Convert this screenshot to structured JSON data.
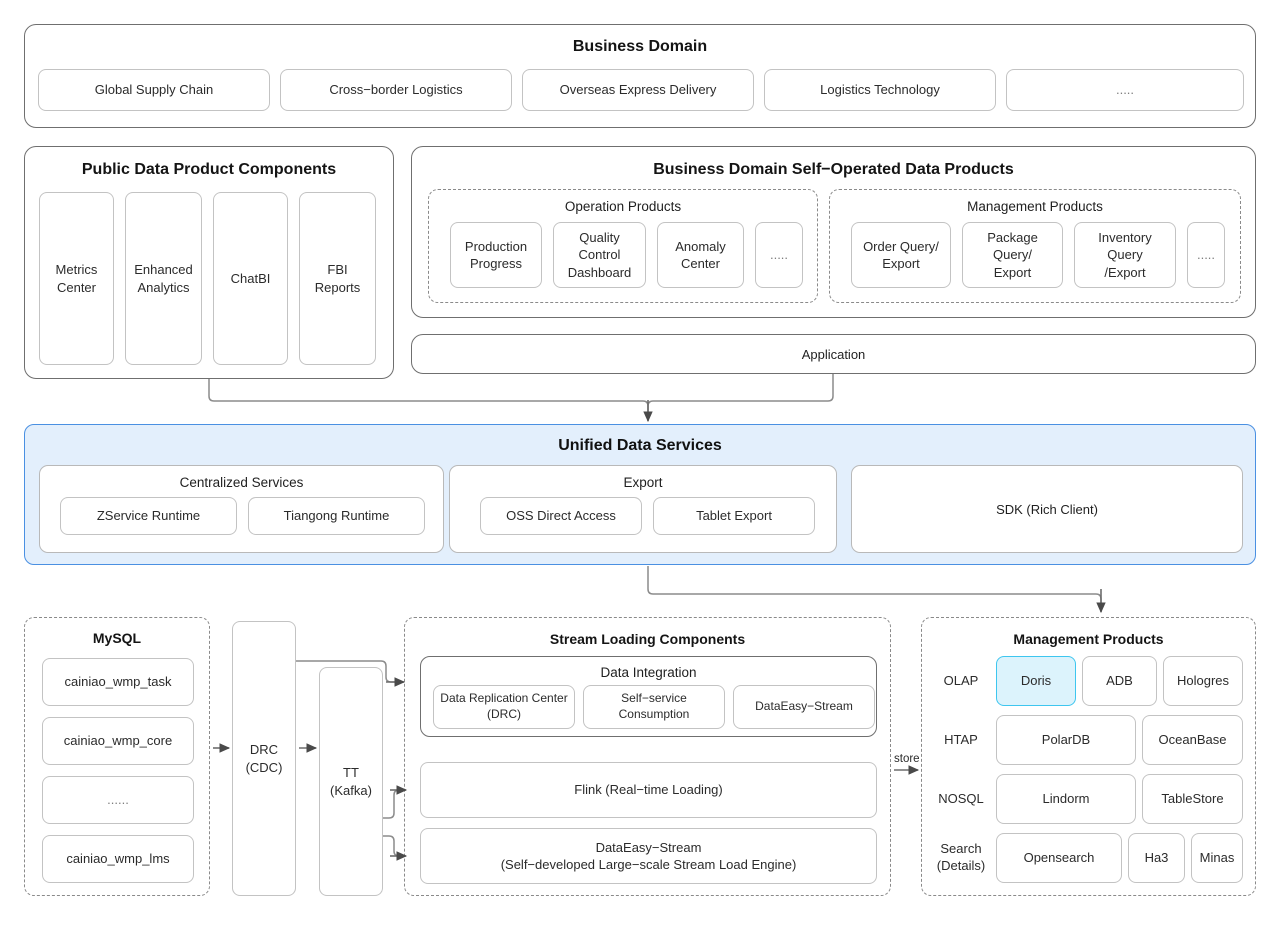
{
  "business_domain": {
    "title": "Business Domain",
    "items": [
      "Global Supply Chain",
      "Cross−border Logistics",
      "Overseas Express Delivery",
      "Logistics Technology",
      "....."
    ]
  },
  "public_components": {
    "title": "Public Data Product Components",
    "items": [
      "Metrics\nCenter",
      "Enhanced\nAnalytics",
      "ChatBI",
      "FBI\nReports"
    ]
  },
  "self_operated": {
    "title": "Business Domain Self−Operated Data Products",
    "groups": [
      {
        "title": "Operation Products",
        "items": [
          "Production\nProgress",
          "Quality Control\nDashboard",
          "Anomaly\nCenter",
          "....."
        ]
      },
      {
        "title": "Management Products",
        "items": [
          "Order Query/\nExport",
          "Package Query/\nExport",
          "Inventory Query\n/Export",
          "....."
        ]
      }
    ]
  },
  "application": {
    "label": "Application"
  },
  "unified_data_services": {
    "title": "Unified Data Services",
    "groups": [
      {
        "title": "Centralized Services",
        "items": [
          "ZService Runtime",
          "Tiangong Runtime"
        ]
      },
      {
        "title": "Export",
        "items": [
          "OSS Direct Access",
          "Tablet Export"
        ]
      }
    ],
    "sdk": "SDK (Rich Client)"
  },
  "sources": {
    "mysql": {
      "title": "MySQL",
      "tables": [
        "cainiao_wmp_task",
        "cainiao_wmp_core",
        "......",
        "cainiao_wmp_lms"
      ]
    },
    "drc": "DRC\n(CDC)",
    "tt": "TT\n(Kafka)"
  },
  "stream_loading": {
    "title": "Stream Loading Components",
    "data_integration": {
      "title": "Data Integration",
      "items": [
        "Data Replication Center\n(DRC)",
        "Self−service\nConsumption",
        "DataEasy−Stream"
      ]
    },
    "flink": "Flink (Real−time Loading)",
    "dataeasy": "DataEasy−Stream\n(Self−developed Large−scale Stream Load Engine)"
  },
  "storage": {
    "title": "Management Products",
    "store_label": "store",
    "rows": [
      {
        "label": "OLAP",
        "items": [
          {
            "name": "Doris",
            "highlight": true
          },
          {
            "name": "ADB",
            "highlight": false
          },
          {
            "name": "Hologres",
            "highlight": false
          }
        ]
      },
      {
        "label": "HTAP",
        "items": [
          {
            "name": "PolarDB",
            "highlight": false
          },
          {
            "name": "OceanBase",
            "highlight": false
          }
        ]
      },
      {
        "label": "NOSQL",
        "items": [
          {
            "name": "Lindorm",
            "highlight": false
          },
          {
            "name": "TableStore",
            "highlight": false
          }
        ]
      },
      {
        "label": "Search\n(Details)",
        "items": [
          {
            "name": "Opensearch",
            "highlight": false
          },
          {
            "name": "Ha3",
            "highlight": false
          },
          {
            "name": "Minas",
            "highlight": false
          }
        ]
      }
    ]
  },
  "colors": {
    "uds_fill": "#e3effc",
    "uds_border": "#4a90e2",
    "highlight_fill": "#dcf3fc",
    "highlight_border": "#3ec6ef",
    "outer_border": "#6f6f6f",
    "dashed_border": "#8a8a8a"
  }
}
